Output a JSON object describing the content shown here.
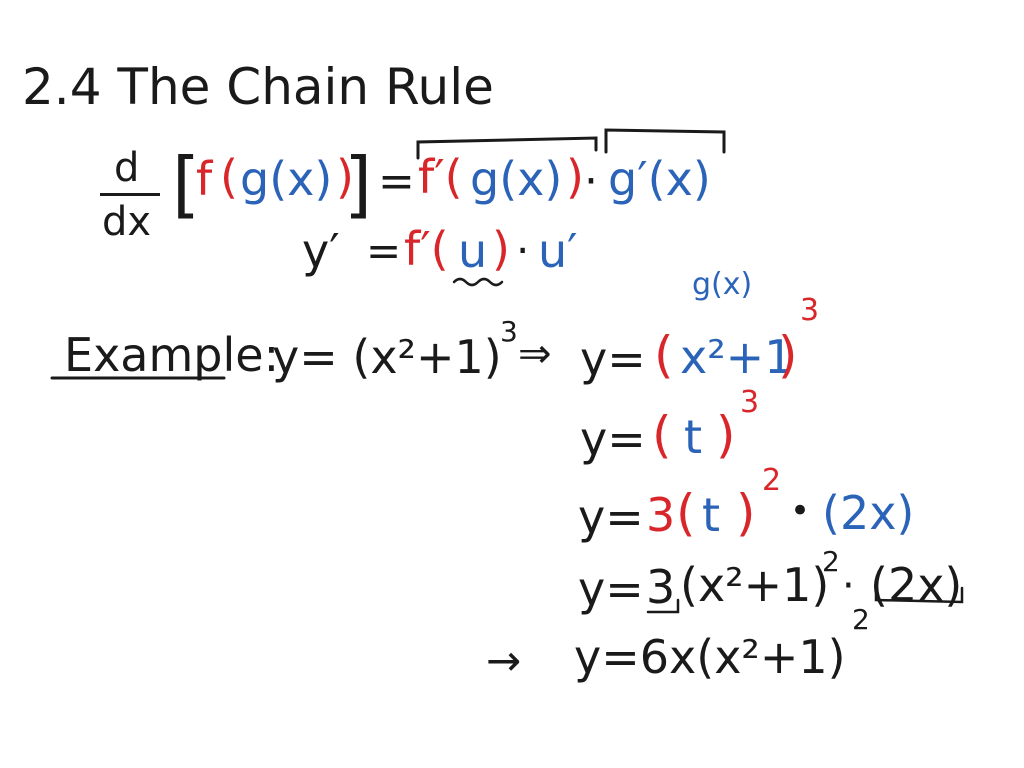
{
  "title": "2.4 The Chain Rule",
  "formula": {
    "d": "d",
    "dx": "dx",
    "lbr": "[",
    "outer": "f",
    "open_paren": "(",
    "inner": "g(x)",
    "close_paren": ")",
    "rbr": "]",
    "equals": "=",
    "outer_prime": "f′(",
    "inner_rhs": "g(x)",
    "close_rhs": ")",
    "dot": "·",
    "inner_prime": "g′(x)"
  },
  "short_form": {
    "y_prime": "y′",
    "equals": "=",
    "f_prime": "f′(",
    "u": "u",
    "close": ")",
    "dot": "·",
    "u_prime": "u′"
  },
  "example": {
    "label": "Example:",
    "equation_base": "y= (x²+1)",
    "equation_exp": "3",
    "implies": "⇒",
    "steps": {
      "s1": {
        "y": "y=",
        "open": "(",
        "inner": "x²+1",
        "close": ")",
        "exp": "3",
        "annotation": "g(x)"
      },
      "s2": {
        "y": "y=",
        "open": "(",
        "inner": "t",
        "close": ")",
        "exp": "3"
      },
      "s3": {
        "y": "y=",
        "coef": "3",
        "open": "(",
        "inner": "t",
        "close": ")",
        "exp": "2",
        "dot": "•",
        "deriv": "(2x)"
      },
      "s4": {
        "y": "y=",
        "coef": "3",
        "rest": "(x²+1)",
        "exp": "2",
        "dot": "·",
        "deriv": "(2x)"
      },
      "s5": {
        "arrow": "→",
        "text": "y=6x(x²+1)",
        "exp": "2"
      }
    }
  },
  "colors": {
    "black": "#1a1a1a",
    "red": "#d8262a",
    "blue": "#2a63b8"
  }
}
